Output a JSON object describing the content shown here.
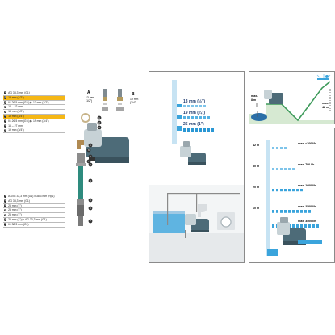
{
  "parts_list_1": [
    {
      "marker": "1",
      "text": "AG 33,3 mm (G1)",
      "highlight": false
    },
    {
      "marker": "A",
      "text": "13 mm (1/2\")",
      "highlight": true
    },
    {
      "marker": "2",
      "text": "IG 26,5 mm (G¾) ▶ 13 mm (1/2\")",
      "highlight": false
    },
    {
      "marker": "3",
      "text": "12 – 22 mm",
      "highlight": false
    },
    {
      "marker": "4",
      "text": "13 mm (1/2\")",
      "highlight": false
    },
    {
      "marker": "B",
      "text": "19 mm (3/4\")",
      "highlight": true
    },
    {
      "marker": "5",
      "text": "IG 26,5 mm (G¾) ▶ 19 mm (3/4\")",
      "highlight": false
    },
    {
      "marker": "6",
      "text": "16 – 27 mm",
      "highlight": false
    },
    {
      "marker": "7",
      "text": "19 mm (3/4\")",
      "highlight": false
    }
  ],
  "parts_list_2": [
    {
      "marker": "1",
      "text": "AG/IG 33,3 mm (G1) x 38,3 mm (Rp1)"
    },
    {
      "marker": "2",
      "text": "AG 33,3 mm (G1)"
    },
    {
      "marker": "3",
      "text": "25 mm (1\")"
    },
    {
      "marker": "4",
      "text": "25 mm (1\")"
    },
    {
      "marker": "5",
      "text": "25 mm (1\")"
    },
    {
      "marker": "6",
      "text": "25 mm (1\") ▶ AG 33,3 mm (G1)"
    },
    {
      "marker": "7",
      "text": "IG 38,3 mm (G1)"
    }
  ],
  "diagram_labels": {
    "option_a_letter": "A",
    "option_a_size": "13 mm",
    "option_a_inch": "(1/2\")",
    "option_b_letter": "B",
    "option_b_size": "19 mm",
    "option_b_inch": "(3/4\")",
    "callouts_right": [
      "1",
      "2",
      "3"
    ],
    "callouts_pump": [
      "6",
      "7"
    ],
    "callouts_column": [
      "1",
      "2",
      "3",
      "4",
      "5",
      "6",
      "7"
    ]
  },
  "hose_sizes": [
    {
      "label": "13 mm (½\")"
    },
    {
      "label": "19 mm (¾\")"
    },
    {
      "label": "25 mm (1\")"
    }
  ],
  "hill": {
    "left_label_1": "max.",
    "left_label_2": "8 m",
    "right_label_1": "max.",
    "right_label_2": "42 m"
  },
  "chart_data": {
    "type": "table",
    "rows": [
      {
        "height": "42 m",
        "flow": "max. <100 l/h"
      },
      {
        "height": "30 m",
        "flow": "max. 700 l/h"
      },
      {
        "height": "20 m",
        "flow": "max. 1600 l/h"
      },
      {
        "height": "10 m",
        "flow": "max. 2500 l/h"
      },
      {
        "height": "",
        "flow": "max. 3500 l/h"
      }
    ]
  },
  "colors": {
    "accent": "#f5b715",
    "water": "#3aa4dc",
    "pump_body": "#4d6b78",
    "frame": "#8a8a8a"
  }
}
